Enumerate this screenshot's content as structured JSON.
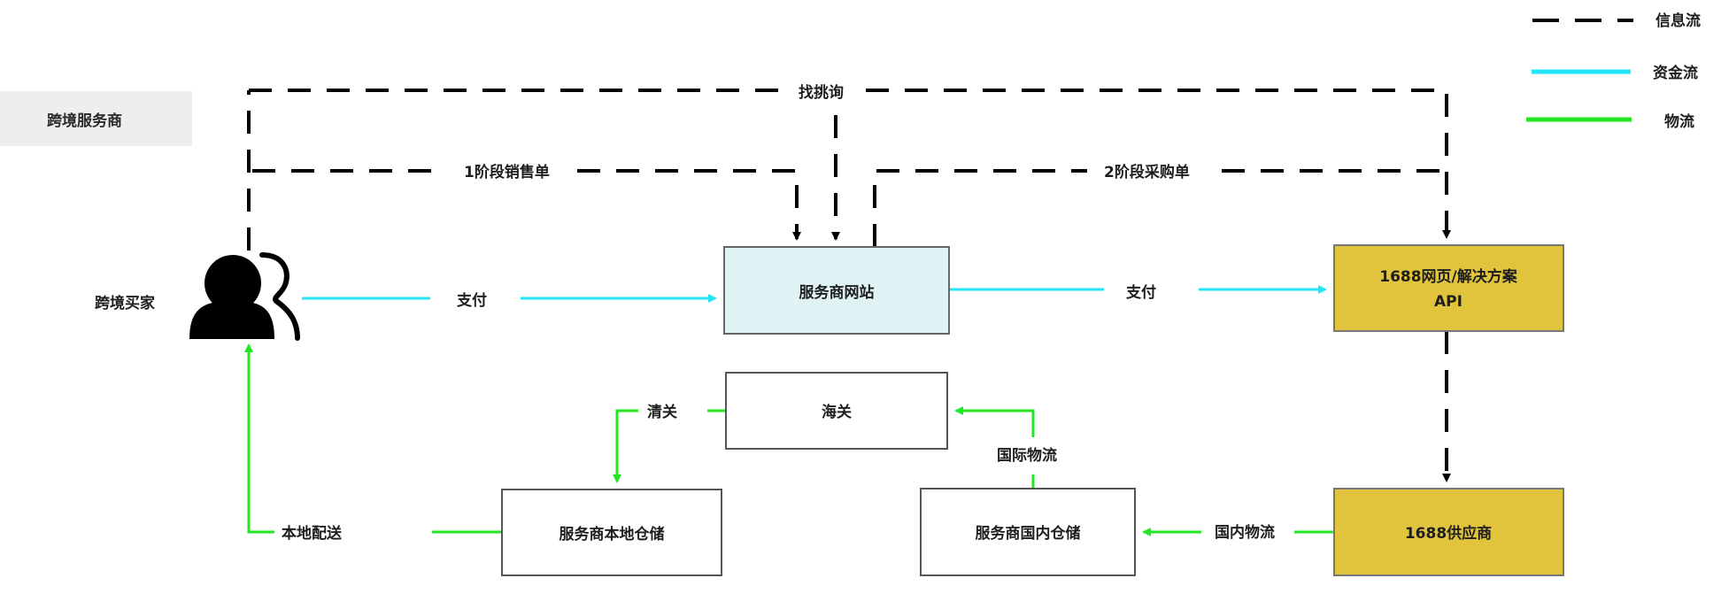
{
  "legend": {
    "items": [
      {
        "label": "信息流",
        "style": "dashed",
        "color": "#000000"
      },
      {
        "label": "资金流",
        "style": "solid",
        "color": "#22e6f5"
      },
      {
        "label": "物流",
        "style": "solid",
        "color": "#22e622"
      }
    ]
  },
  "colors": {
    "info_flow": "#000000",
    "money_flow": "#22e6f5",
    "logistics_flow": "#22e622",
    "website_fill": "#dff3f5",
    "alibaba_fill": "#e2c43c",
    "group_fill": "#eeeeee"
  },
  "group_label": "跨境服务商",
  "actors": {
    "buyer": {
      "label": "跨境买家",
      "icon": "users-icon"
    }
  },
  "nodes": {
    "website": {
      "label": "服务商网站"
    },
    "api": {
      "line1": "1688网页/解决方案",
      "line2": "API"
    },
    "customs": {
      "label": "海关"
    },
    "local_warehouse": {
      "label": "服务商本地仓储"
    },
    "domestic_warehouse": {
      "label": "服务商国内仓储"
    },
    "supplier": {
      "label": "1688供应商"
    }
  },
  "edges": {
    "browse": {
      "label": "找挑询",
      "type": "info"
    },
    "stage1_order": {
      "label": "1阶段销售单",
      "type": "info"
    },
    "stage2_order": {
      "label": "2阶段采购单",
      "type": "info"
    },
    "pay_buyer": {
      "label": "支付",
      "type": "money"
    },
    "pay_website": {
      "label": "支付",
      "type": "money"
    },
    "clearance": {
      "label": "清关",
      "type": "logistics"
    },
    "intl_logistics": {
      "label": "国际物流",
      "type": "logistics"
    },
    "domestic_logistics": {
      "label": "国内物流",
      "type": "logistics"
    },
    "local_delivery": {
      "label": "本地配送",
      "type": "logistics"
    }
  }
}
